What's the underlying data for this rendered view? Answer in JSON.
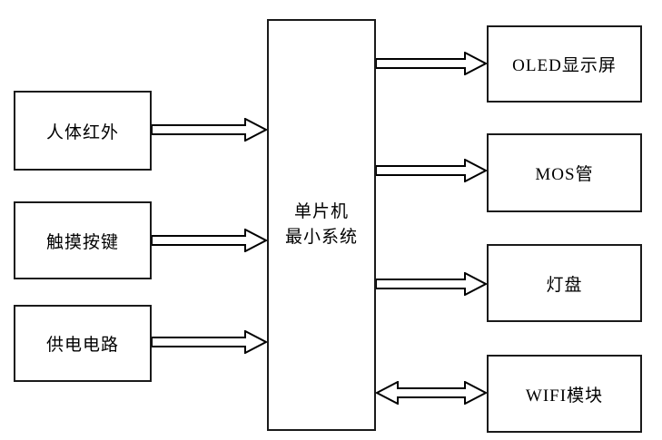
{
  "diagram": {
    "colors": {
      "stroke": "#000000",
      "box_fill": "#ffffff",
      "background": "#ffffff"
    },
    "center_box": {
      "lines": [
        "单片机",
        "最小系统"
      ]
    },
    "left_boxes": [
      {
        "label": "人体红外"
      },
      {
        "label": "触摸按键"
      },
      {
        "label": "供电电路"
      }
    ],
    "right_boxes": [
      {
        "label": "OLED显示屏"
      },
      {
        "label": "MOS管"
      },
      {
        "label": "灯盘"
      },
      {
        "label": "WIFI模块"
      }
    ],
    "connections": [
      {
        "from": "人体红外",
        "to": "单片机最小系统",
        "direction": "right",
        "style": "hollow-arrow"
      },
      {
        "from": "触摸按键",
        "to": "单片机最小系统",
        "direction": "right",
        "style": "hollow-arrow"
      },
      {
        "from": "供电电路",
        "to": "单片机最小系统",
        "direction": "right",
        "style": "hollow-arrow"
      },
      {
        "from": "单片机最小系统",
        "to": "OLED显示屏",
        "direction": "right",
        "style": "hollow-arrow"
      },
      {
        "from": "单片机最小系统",
        "to": "MOS管",
        "direction": "right",
        "style": "hollow-arrow"
      },
      {
        "from": "单片机最小系统",
        "to": "灯盘",
        "direction": "right",
        "style": "hollow-arrow"
      },
      {
        "from": "单片机最小系统",
        "to": "WIFI模块",
        "direction": "both",
        "style": "hollow-arrow-double"
      }
    ]
  }
}
